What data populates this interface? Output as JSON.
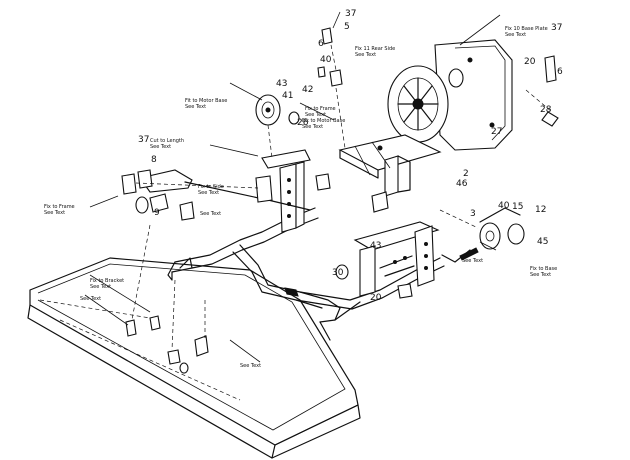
{
  "part_numbers": [
    {
      "text": "37"
    },
    {
      "text": "5"
    },
    {
      "text": "6"
    },
    {
      "text": "40"
    },
    {
      "text": "43"
    },
    {
      "text": "42"
    },
    {
      "text": "41"
    },
    {
      "text": "26"
    },
    {
      "text": "37"
    },
    {
      "text": "6"
    },
    {
      "text": "20"
    },
    {
      "text": "28"
    },
    {
      "text": "27"
    },
    {
      "text": "46"
    },
    {
      "text": "2"
    },
    {
      "text": "3"
    },
    {
      "text": "40"
    },
    {
      "text": "15"
    },
    {
      "text": "12"
    },
    {
      "text": "45"
    },
    {
      "text": "30"
    },
    {
      "text": "43"
    },
    {
      "text": "20"
    },
    {
      "text": "37"
    },
    {
      "text": "8"
    },
    {
      "text": "9"
    }
  ],
  "notes": [
    {
      "lines": [
        "Fix 10 Base Plate",
        "See Text"
      ]
    },
    {
      "lines": [
        "Fix 11 Rear Side",
        "See Text"
      ]
    },
    {
      "lines": [
        "Fit to Motor Base",
        "See Text"
      ]
    },
    {
      "lines": [
        "Cut to Length",
        "See Text"
      ]
    },
    {
      "lines": [
        "Fix to Frame",
        "See Text"
      ]
    },
    {
      "lines": [
        "Fix to Motor Base",
        "See Text"
      ]
    },
    {
      "lines": [
        "Fix to Side",
        "See Text"
      ]
    },
    {
      "lines": [
        "See Text"
      ]
    },
    {
      "lines": [
        "Fix to Frame",
        "See Text"
      ]
    },
    {
      "lines": [
        "See Text"
      ]
    },
    {
      "lines": [
        "Fix to Base",
        "See Text"
      ]
    },
    {
      "lines": [
        "See Text"
      ]
    },
    {
      "lines": [
        "Fix to Bracket",
        "See Text"
      ]
    },
    {
      "lines": [
        "See Text"
      ]
    }
  ]
}
